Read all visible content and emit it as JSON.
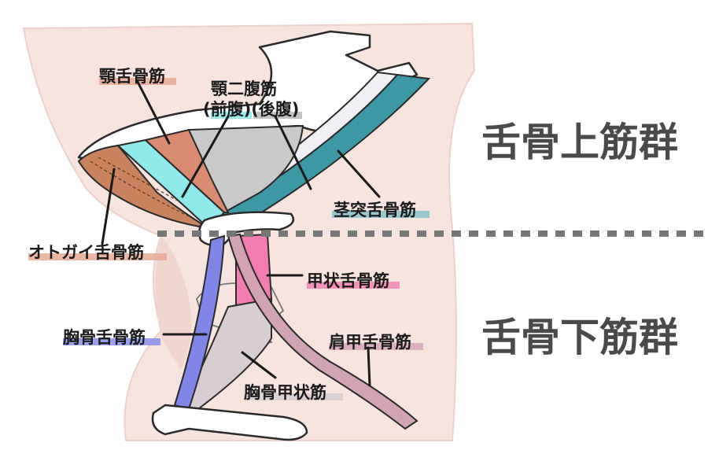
{
  "groups": {
    "suprahyoid": "舌骨上筋群",
    "infrahyoid": "舌骨下筋群"
  },
  "labels": {
    "mylohyoid": "顎舌骨筋",
    "digastric": "顎二腹筋",
    "digastric_bellies": "(前腹)(後腹)",
    "stylohyoid": "茎突舌骨筋",
    "geniohyoid": "オトガイ舌骨筋",
    "thyrohyoid": "甲状舌骨筋",
    "sternohyoid": "胸骨舌骨筋",
    "omohyoid": "肩甲舌骨筋",
    "sternothyroid": "胸骨甲状筋"
  },
  "colors": {
    "skin": "#f7e4df",
    "skin_edge": "#e9cfc8",
    "mylohyoid": "#d98b6f",
    "geniohyoid": "#c9835f",
    "digastric_anterior": "#8fe9ea",
    "digastric_posterior": "#bcbcbc",
    "stylohyoid": "#3d98a6",
    "stylohyoid_light": "#f2eef5",
    "thyrohyoid": "#f37db0",
    "sternohyoid": "#7f86e8",
    "omohyoid": "#d2a3b3",
    "sternothyroid": "#d8cdd0",
    "divider": "#777777"
  }
}
